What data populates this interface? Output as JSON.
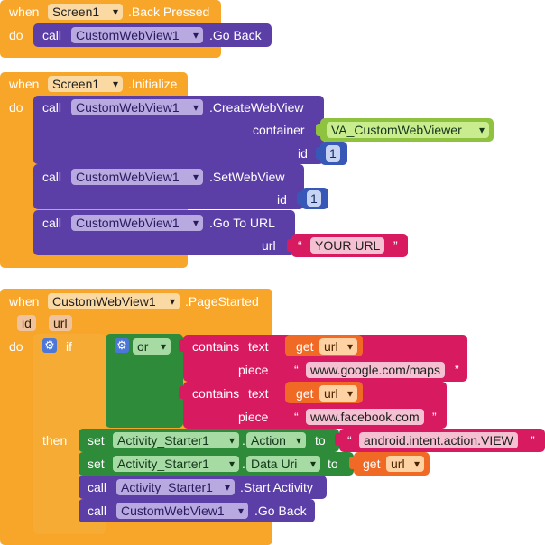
{
  "keywords": {
    "when": "when",
    "do": "do",
    "call": "call",
    "set": "set",
    "to": "to",
    "if": "if",
    "then": "then",
    "or": "or",
    "get": "get",
    "contains": "contains",
    "text": "text",
    "piece": "piece"
  },
  "block1": {
    "component": "Screen1",
    "event": ".Back Pressed",
    "call_component": "CustomWebView1",
    "call_method": ".Go Back"
  },
  "block2": {
    "component": "Screen1",
    "event": ".Initialize",
    "create": {
      "component": "CustomWebView1",
      "method": ".CreateWebView",
      "container_label": "container",
      "container_value": "VA_CustomWebViewer",
      "id_label": "id",
      "id_value": "1"
    },
    "setwv": {
      "component": "CustomWebView1",
      "method": ".SetWebView",
      "id_label": "id",
      "id_value": "1"
    },
    "gotourl": {
      "component": "CustomWebView1",
      "method": ".Go To URL",
      "url_label": "url",
      "url_value": "YOUR URL"
    }
  },
  "block3": {
    "component": "CustomWebView1",
    "event": ".PageStarted",
    "params": [
      "id",
      "url"
    ],
    "cond1": {
      "get_var": "url",
      "piece": "www.google.com/maps"
    },
    "cond2": {
      "get_var": "url",
      "piece": "www.facebook.com"
    },
    "set1": {
      "component": "Activity_Starter1",
      "property": "Action",
      "value": "android.intent.action.VIEW"
    },
    "set2": {
      "component": "Activity_Starter1",
      "property": "Data Uri",
      "get_var": "url"
    },
    "call1": {
      "component": "Activity_Starter1",
      "method": ".Start Activity"
    },
    "call2": {
      "component": "CustomWebView1",
      "method": ".Go Back"
    }
  },
  "colors": {
    "event": "#f8a629",
    "procedure": "#5b3ea6",
    "component_set": "#2e8b3a",
    "logic": "#2e8b3a",
    "text": "#d81b60",
    "variable": "#f06a26",
    "string": "#d81b60",
    "math": "#3858b8"
  },
  "icons": {
    "mutator": "gear-icon",
    "dropdown": "chevron-down-icon"
  }
}
